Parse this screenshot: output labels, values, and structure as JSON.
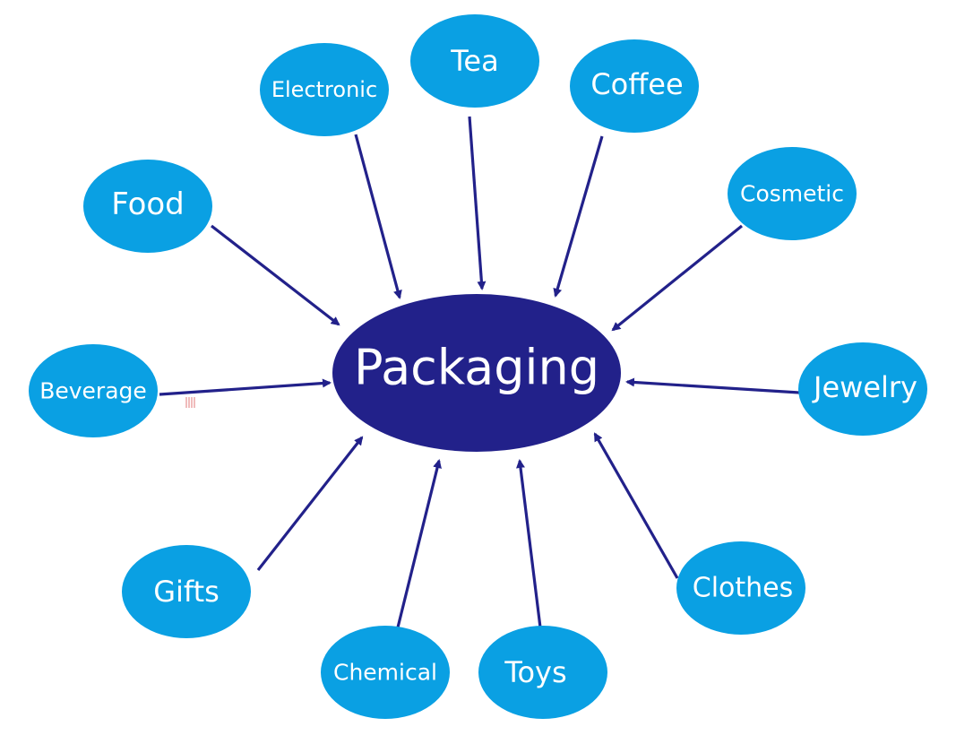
{
  "center": {
    "label": "Packaging"
  },
  "nodes": [
    {
      "id": "food",
      "label": "Food"
    },
    {
      "id": "electronic",
      "label": "Electronic"
    },
    {
      "id": "tea",
      "label": "Tea"
    },
    {
      "id": "coffee",
      "label": "Coffee"
    },
    {
      "id": "cosmetic",
      "label": "Cosmetic"
    },
    {
      "id": "beverage",
      "label": "Beverage"
    },
    {
      "id": "jewelry",
      "label": "Jewelry"
    },
    {
      "id": "gifts",
      "label": "Gifts"
    },
    {
      "id": "clothes",
      "label": "Clothes"
    },
    {
      "id": "chemical",
      "label": "Chemical"
    },
    {
      "id": "toys",
      "label": "Toys"
    }
  ],
  "colors": {
    "node": "#0aa0e3",
    "center": "#22218a",
    "arrow": "#22218a",
    "text": "#ffffff"
  }
}
